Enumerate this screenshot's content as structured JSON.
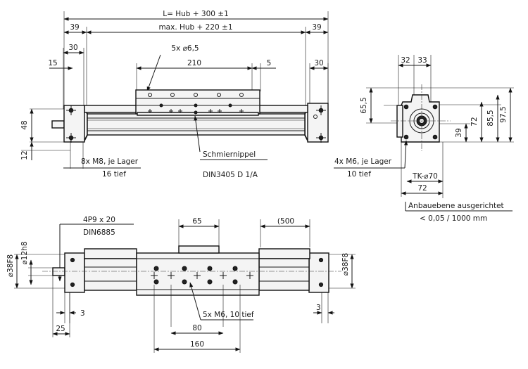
{
  "top_view": {
    "overall_length": "L= Hub + 300 ±1",
    "end_left": "39",
    "stroke_span": "max. Hub + 220 ±1",
    "end_right": "39",
    "block_left": "30",
    "block_right": "30",
    "holes_label": "5x ⌀6,5",
    "edge_left": "15",
    "hole_span": "210",
    "hole_offset": "5",
    "height": "48",
    "base": "12",
    "thread_note_1": "8x M8, je Lager",
    "thread_note_2": "16 tief",
    "nipple_1": "Schmiernippel",
    "nipple_2": "DIN3405 D 1/A"
  },
  "end_view": {
    "w1": "32",
    "w2": "33",
    "h_65_5": "65,5",
    "h_72": "72",
    "h_85_5": "85,5",
    "h_97_5": "97,5",
    "h_39": "39",
    "thread_1": "4x M6, je Lager",
    "thread_2": "10 tief",
    "tk": "TK-⌀70",
    "width_72": "72",
    "align_1": "Anbauebene ausgerichtet",
    "align_2": "< 0,05 / 1000 mm"
  },
  "side_view": {
    "key_1": "4P9 x 20",
    "key_2": "DIN6885",
    "slide_65": "65",
    "span_500": "(500",
    "d38_left": "⌀38F8",
    "d12": "⌀12h8",
    "d38_right": "⌀38F8",
    "gap_left": "3",
    "gap_right": "3",
    "shaft_25": "25",
    "m6_1": "5x M6, 10 tief",
    "pitch_80": "80",
    "pitch_160": "160"
  }
}
